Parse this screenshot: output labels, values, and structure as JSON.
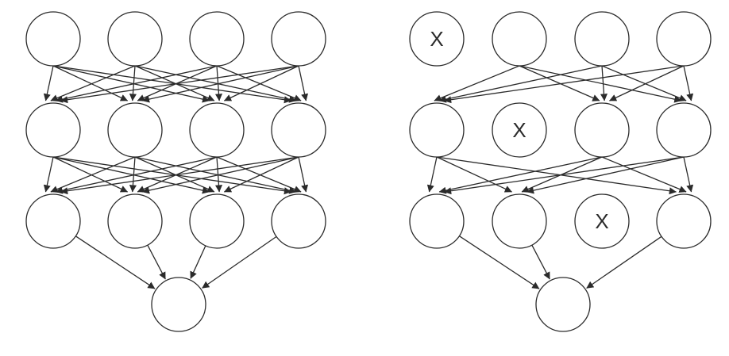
{
  "colors": {
    "stroke": "#2b2b2b",
    "background": "#ffffff",
    "node_fill": "#ffffff"
  },
  "networks": [
    {
      "id": "standard",
      "layers": [
        4,
        4,
        4,
        1
      ],
      "dropped": [
        [],
        [],
        [],
        []
      ],
      "drop_label": "X"
    },
    {
      "id": "dropout",
      "layers": [
        4,
        4,
        4,
        1
      ],
      "dropped": [
        [
          0
        ],
        [
          1
        ],
        [
          2
        ],
        []
      ],
      "drop_label": "X"
    }
  ]
}
